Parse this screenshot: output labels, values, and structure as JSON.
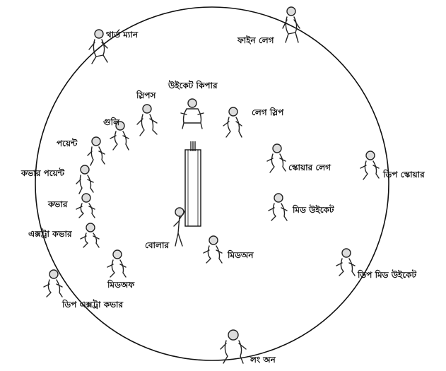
{
  "diagram": {
    "labels": {
      "third_man": "থার্ড ম্যান",
      "fine_leg": "ফাইন লেগ",
      "wicket_keeper": "উইকেট কিপার",
      "slips": "স্লিপস",
      "leg_slip": "লেগ স্লিপ",
      "gully": "গুলি",
      "point": "পয়েন্ট",
      "cover_point": "কভার পয়েন্ট",
      "square_leg": "স্কোয়ার লেগ",
      "deep_square": "ডিপ স্কোয়ার",
      "cover": "কভার",
      "mid_wicket": "মিড উইকেট",
      "extra_cover": "এক্সট্রা কভার",
      "bowler": "বোলার",
      "mid_on": "মিডঅন",
      "mid_off": "মিডঅফ",
      "deep_mid_wicket": "ডিপ মিড উইকেট",
      "deep_extra_cover": "ডিপ এক্সট্রা কভার",
      "long_on": "লং অন"
    }
  }
}
